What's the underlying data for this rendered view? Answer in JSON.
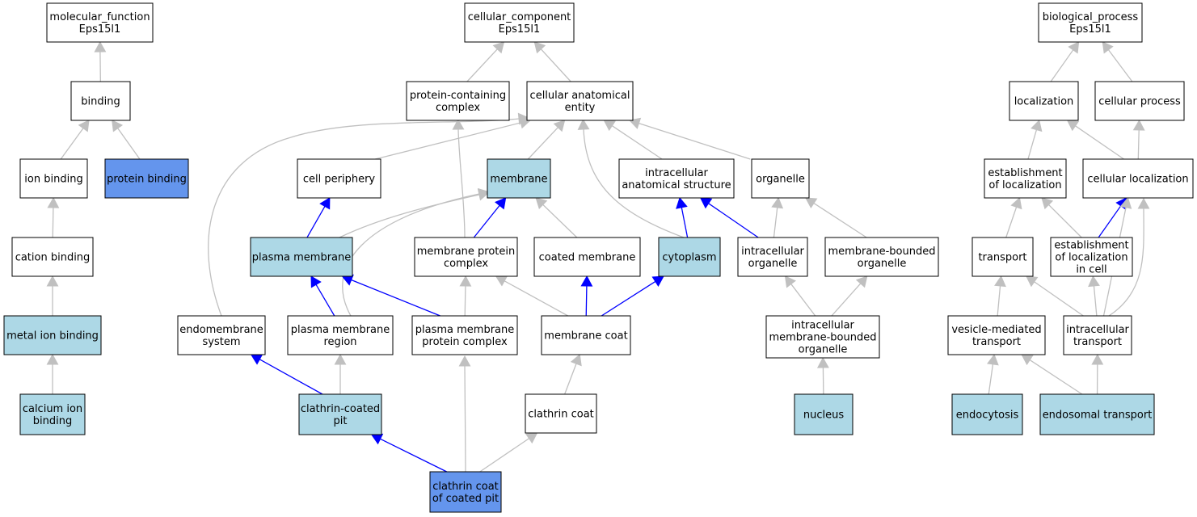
{
  "colors": {
    "plain_fill": "#ffffff",
    "annotated_fill": "#add8e6",
    "direct_fill": "#6495ed",
    "edge_gray": "#c0c0c0",
    "edge_blue": "#0000ff",
    "border": "#000000"
  },
  "nodes": {
    "mf": {
      "lines": [
        "molecular_function",
        "Eps15l1"
      ],
      "fill": "plain"
    },
    "binding": {
      "lines": [
        "binding"
      ],
      "fill": "plain"
    },
    "ion_binding": {
      "lines": [
        "ion binding"
      ],
      "fill": "plain"
    },
    "protein_binding": {
      "lines": [
        "protein binding"
      ],
      "fill": "direct"
    },
    "cation_binding": {
      "lines": [
        "cation binding"
      ],
      "fill": "plain"
    },
    "metal_ion_binding": {
      "lines": [
        "metal ion binding"
      ],
      "fill": "annotated"
    },
    "calcium_ion_binding": {
      "lines": [
        "calcium ion",
        "binding"
      ],
      "fill": "annotated"
    },
    "cc": {
      "lines": [
        "cellular_component",
        "Eps15l1"
      ],
      "fill": "plain"
    },
    "protein_containing_complex": {
      "lines": [
        "protein-containing",
        "complex"
      ],
      "fill": "plain"
    },
    "cellular_anatomical_entity": {
      "lines": [
        "cellular anatomical",
        "entity"
      ],
      "fill": "plain"
    },
    "cell_periphery": {
      "lines": [
        "cell periphery"
      ],
      "fill": "plain"
    },
    "membrane": {
      "lines": [
        "membrane"
      ],
      "fill": "annotated"
    },
    "intracellular_anatomical_structure": {
      "lines": [
        "intracellular",
        "anatomical structure"
      ],
      "fill": "plain"
    },
    "organelle": {
      "lines": [
        "organelle"
      ],
      "fill": "plain"
    },
    "plasma_membrane": {
      "lines": [
        "plasma membrane"
      ],
      "fill": "annotated"
    },
    "membrane_protein_complex": {
      "lines": [
        "membrane protein",
        "complex"
      ],
      "fill": "plain"
    },
    "coated_membrane": {
      "lines": [
        "coated membrane"
      ],
      "fill": "plain"
    },
    "cytoplasm": {
      "lines": [
        "cytoplasm"
      ],
      "fill": "annotated"
    },
    "intracellular_organelle": {
      "lines": [
        "intracellular",
        "organelle"
      ],
      "fill": "plain"
    },
    "membrane_bounded_organelle": {
      "lines": [
        "membrane-bounded",
        "organelle"
      ],
      "fill": "plain"
    },
    "endomembrane_system": {
      "lines": [
        "endomembrane",
        "system"
      ],
      "fill": "plain"
    },
    "plasma_membrane_region": {
      "lines": [
        "plasma membrane",
        "region"
      ],
      "fill": "plain"
    },
    "plasma_membrane_protein_complex": {
      "lines": [
        "plasma membrane",
        "protein complex"
      ],
      "fill": "plain"
    },
    "membrane_coat": {
      "lines": [
        "membrane coat"
      ],
      "fill": "plain"
    },
    "intracellular_membrane_bounded_organelle": {
      "lines": [
        "intracellular",
        "membrane-bounded",
        "organelle"
      ],
      "fill": "plain"
    },
    "clathrin_coated_pit": {
      "lines": [
        "clathrin-coated",
        "pit"
      ],
      "fill": "annotated"
    },
    "clathrin_coat": {
      "lines": [
        "clathrin coat"
      ],
      "fill": "plain"
    },
    "nucleus": {
      "lines": [
        "nucleus"
      ],
      "fill": "annotated"
    },
    "clathrin_coat_of_coated_pit": {
      "lines": [
        "clathrin coat",
        "of coated pit"
      ],
      "fill": "direct"
    },
    "bp": {
      "lines": [
        "biological_process",
        "Eps15l1"
      ],
      "fill": "plain"
    },
    "localization": {
      "lines": [
        "localization"
      ],
      "fill": "plain"
    },
    "cellular_process": {
      "lines": [
        "cellular process"
      ],
      "fill": "plain"
    },
    "establishment_of_localization": {
      "lines": [
        "establishment",
        "of localization"
      ],
      "fill": "plain"
    },
    "cellular_localization": {
      "lines": [
        "cellular localization"
      ],
      "fill": "plain"
    },
    "transport": {
      "lines": [
        "transport"
      ],
      "fill": "plain"
    },
    "establishment_of_localization_in_cell": {
      "lines": [
        "establishment",
        "of localization",
        "in cell"
      ],
      "fill": "plain"
    },
    "vesicle_mediated_transport": {
      "lines": [
        "vesicle-mediated",
        "transport"
      ],
      "fill": "plain"
    },
    "intracellular_transport": {
      "lines": [
        "intracellular",
        "transport"
      ],
      "fill": "plain"
    },
    "endocytosis": {
      "lines": [
        "endocytosis"
      ],
      "fill": "annotated"
    },
    "endosomal_transport": {
      "lines": [
        "endosomal transport"
      ],
      "fill": "annotated"
    }
  },
  "edges": [
    {
      "from": "binding",
      "to": "mf",
      "color": "gray"
    },
    {
      "from": "ion_binding",
      "to": "binding",
      "color": "gray"
    },
    {
      "from": "protein_binding",
      "to": "binding",
      "color": "gray"
    },
    {
      "from": "cation_binding",
      "to": "ion_binding",
      "color": "gray"
    },
    {
      "from": "metal_ion_binding",
      "to": "cation_binding",
      "color": "gray"
    },
    {
      "from": "calcium_ion_binding",
      "to": "metal_ion_binding",
      "color": "gray"
    },
    {
      "from": "protein_containing_complex",
      "to": "cc",
      "color": "gray"
    },
    {
      "from": "cellular_anatomical_entity",
      "to": "cc",
      "color": "gray"
    },
    {
      "from": "cell_periphery",
      "to": "cellular_anatomical_entity",
      "color": "gray"
    },
    {
      "from": "membrane",
      "to": "cellular_anatomical_entity",
      "color": "gray"
    },
    {
      "from": "intracellular_anatomical_structure",
      "to": "cellular_anatomical_entity",
      "color": "gray"
    },
    {
      "from": "organelle",
      "to": "cellular_anatomical_entity",
      "color": "gray"
    },
    {
      "from": "endomembrane_system",
      "to": "cellular_anatomical_entity",
      "color": "gray"
    },
    {
      "from": "cytoplasm",
      "to": "cellular_anatomical_entity",
      "color": "gray"
    },
    {
      "from": "membrane_protein_complex",
      "to": "protein_containing_complex",
      "color": "gray"
    },
    {
      "from": "plasma_membrane",
      "to": "cell_periphery",
      "color": "blue"
    },
    {
      "from": "plasma_membrane",
      "to": "membrane",
      "color": "gray"
    },
    {
      "from": "membrane_protein_complex",
      "to": "membrane",
      "color": "blue"
    },
    {
      "from": "coated_membrane",
      "to": "membrane",
      "color": "gray"
    },
    {
      "from": "plasma_membrane_region",
      "to": "membrane",
      "color": "gray"
    },
    {
      "from": "cytoplasm",
      "to": "intracellular_anatomical_structure",
      "color": "blue"
    },
    {
      "from": "intracellular_organelle",
      "to": "intracellular_anatomical_structure",
      "color": "blue"
    },
    {
      "from": "intracellular_organelle",
      "to": "organelle",
      "color": "gray"
    },
    {
      "from": "membrane_bounded_organelle",
      "to": "organelle",
      "color": "gray"
    },
    {
      "from": "plasma_membrane_region",
      "to": "plasma_membrane",
      "color": "blue"
    },
    {
      "from": "plasma_membrane_protein_complex",
      "to": "plasma_membrane",
      "color": "blue"
    },
    {
      "from": "plasma_membrane_protein_complex",
      "to": "membrane_protein_complex",
      "color": "gray"
    },
    {
      "from": "membrane_coat",
      "to": "membrane_protein_complex",
      "color": "gray"
    },
    {
      "from": "membrane_coat",
      "to": "coated_membrane",
      "color": "blue"
    },
    {
      "from": "membrane_coat",
      "to": "cytoplasm",
      "color": "blue"
    },
    {
      "from": "intracellular_membrane_bounded_organelle",
      "to": "intracellular_organelle",
      "color": "gray"
    },
    {
      "from": "intracellular_membrane_bounded_organelle",
      "to": "membrane_bounded_organelle",
      "color": "gray"
    },
    {
      "from": "clathrin_coated_pit",
      "to": "endomembrane_system",
      "color": "blue"
    },
    {
      "from": "clathrin_coated_pit",
      "to": "plasma_membrane_region",
      "color": "gray"
    },
    {
      "from": "clathrin_coat_of_coated_pit",
      "to": "plasma_membrane_protein_complex",
      "color": "gray"
    },
    {
      "from": "clathrin_coat",
      "to": "membrane_coat",
      "color": "gray"
    },
    {
      "from": "clathrin_coat_of_coated_pit",
      "to": "clathrin_coated_pit",
      "color": "blue"
    },
    {
      "from": "clathrin_coat_of_coated_pit",
      "to": "clathrin_coat",
      "color": "gray"
    },
    {
      "from": "nucleus",
      "to": "intracellular_membrane_bounded_organelle",
      "color": "gray"
    },
    {
      "from": "localization",
      "to": "bp",
      "color": "gray"
    },
    {
      "from": "cellular_process",
      "to": "bp",
      "color": "gray"
    },
    {
      "from": "establishment_of_localization",
      "to": "localization",
      "color": "gray"
    },
    {
      "from": "cellular_localization",
      "to": "localization",
      "color": "gray"
    },
    {
      "from": "cellular_localization",
      "to": "cellular_process",
      "color": "gray"
    },
    {
      "from": "transport",
      "to": "establishment_of_localization",
      "color": "gray"
    },
    {
      "from": "establishment_of_localization_in_cell",
      "to": "establishment_of_localization",
      "color": "gray"
    },
    {
      "from": "establishment_of_localization_in_cell",
      "to": "cellular_localization",
      "color": "blue"
    },
    {
      "from": "intracellular_transport",
      "to": "cellular_localization",
      "color": "gray"
    },
    {
      "from": "vesicle_mediated_transport",
      "to": "transport",
      "color": "gray"
    },
    {
      "from": "intracellular_transport",
      "to": "transport",
      "color": "gray"
    },
    {
      "from": "intracellular_transport",
      "to": "establishment_of_localization_in_cell",
      "color": "gray"
    },
    {
      "from": "endocytosis",
      "to": "vesicle_mediated_transport",
      "color": "gray"
    },
    {
      "from": "endosomal_transport",
      "to": "vesicle_mediated_transport",
      "color": "gray"
    },
    {
      "from": "endosomal_transport",
      "to": "intracellular_transport",
      "color": "gray"
    }
  ]
}
